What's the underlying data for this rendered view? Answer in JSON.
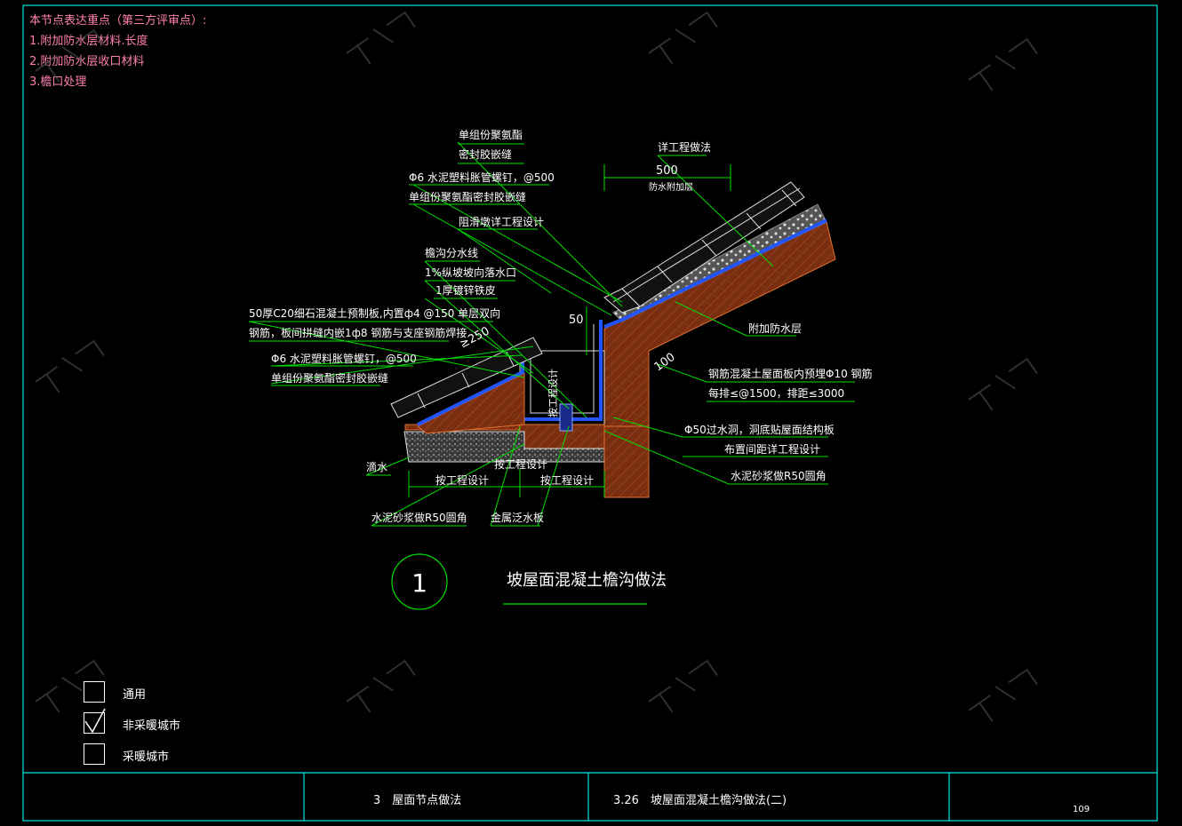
{
  "review_notes": {
    "title": "本节点表达重点（第三方评审点）:",
    "items": [
      "1.附加防水层材料.长度",
      "2.附加防水层收口材料",
      "3.檐口处理"
    ]
  },
  "annotations": {
    "sealant_top_1": "单组份聚氨酯",
    "sealant_top_2": "密封胶嵌缝",
    "nail_top": "Φ6 水泥塑料胀管螺钉，@500",
    "sealant_mid": "单组份聚氨酯密封胶嵌缝",
    "anti_slip": "阻滑墩详工程设计",
    "gutter_line": "檐沟分水线",
    "slope": "1%纵坡坡向落水口",
    "galv": "1厚镀锌铁皮",
    "precast_1": "50厚C20细石混凝土预制板,内置ф4 @150 单层双向",
    "precast_2": "钢筋，板间拼缝内嵌1ф8 钢筋与支座钢筋焊接",
    "nail_left": "Φ6 水泥塑料胀管螺钉，@500",
    "sealant_left": "单组份聚氨酯密封胶嵌缝",
    "detail_design": "详工程做法",
    "dim_500": "500",
    "waterproof_extra_small": "防水附加层",
    "waterproof_extra": "附加防水层",
    "rebar_1": "钢筋混凝土屋面板内预埋Φ10 钢筋",
    "rebar_2": "每排≤@1500，排距≤3000",
    "drain_1": "Φ50过水洞，洞底贴屋面结构板",
    "drain_2": "布置间距详工程设计",
    "mortar_right": "水泥砂浆做R50圆角",
    "drip": "滴水",
    "per_design_1": "按工程设计",
    "per_design_2": "按工程设计",
    "per_design_3": "按工程设计",
    "per_design_vertical": "按工程设计",
    "mortar_left": "水泥砂浆做R50圆角",
    "metal_flashing": "金属泛水板",
    "dim_50": "50",
    "dim_250": "≥250",
    "dim_100": "100"
  },
  "detail": {
    "number": "1",
    "title": "坡屋面混凝土檐沟做法"
  },
  "legend": [
    {
      "label": "通用",
      "checked": false
    },
    {
      "label": "非采暖城市",
      "checked": true
    },
    {
      "label": "采暖城市",
      "checked": false
    }
  ],
  "title_block": {
    "section": "3　屋面节点做法",
    "drawing": "3.26　坡屋面混凝土檐沟做法(二)",
    "page": "109"
  },
  "colors": {
    "frame": "#00e6e6",
    "leader": "#00e000",
    "notes": "#ff7fb0",
    "structure_fill": "#7a2e10",
    "membrane": "#2255ff"
  }
}
